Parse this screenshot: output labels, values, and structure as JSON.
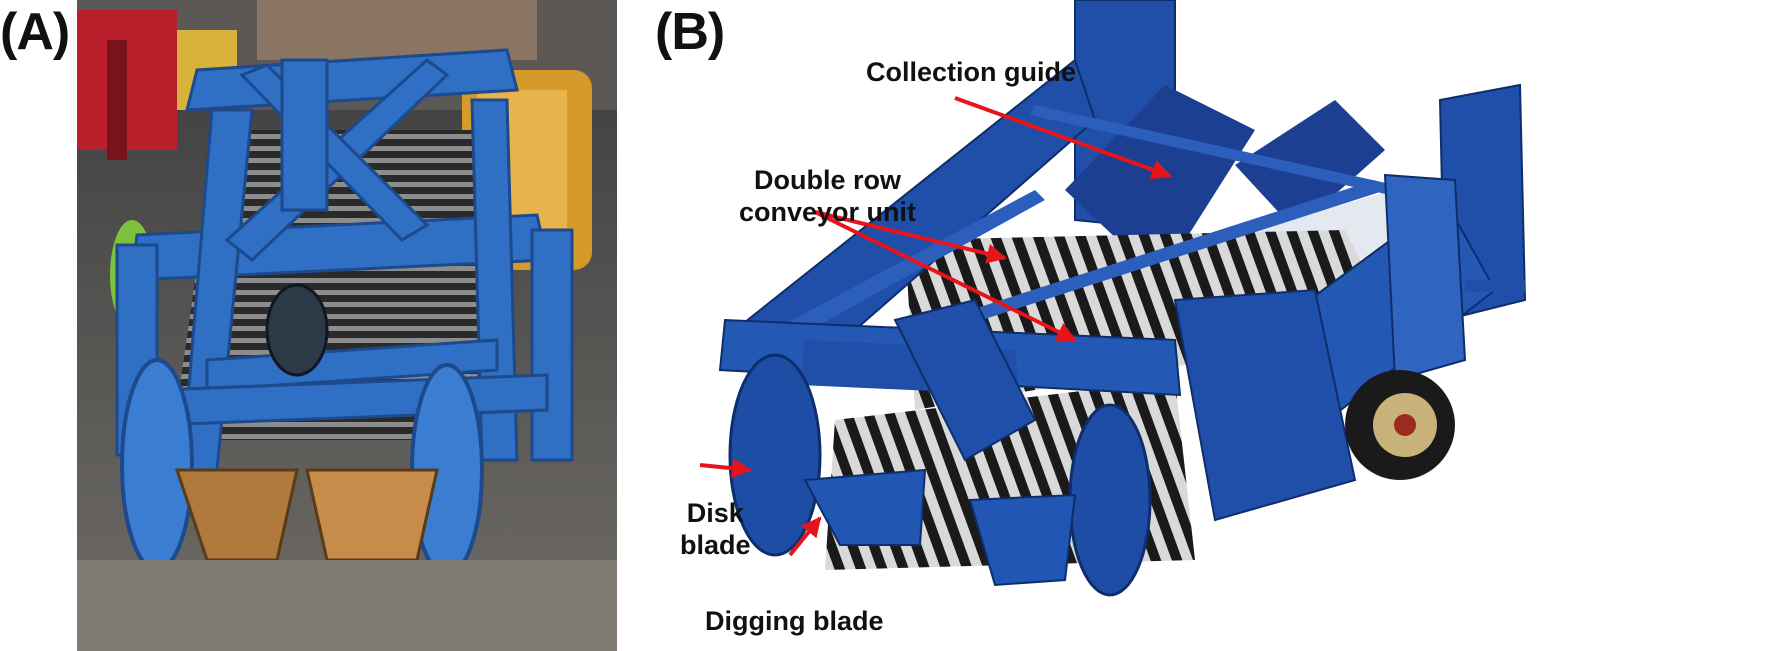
{
  "panels": {
    "a": {
      "label": "(A)"
    },
    "b": {
      "label": "(B)"
    }
  },
  "callouts": {
    "collection_guide": "Collection guide",
    "conveyor_line1": "Double row",
    "conveyor_line2": "conveyor unit",
    "disk_line1": "Disk",
    "disk_line2": "blade",
    "digging_blade": "Digging blade"
  },
  "colors": {
    "machine_blue": "#2f6fc4",
    "render_blue": "#1f4fa8",
    "arrow_red": "#e8141c",
    "digging_rust": "#b07a3c"
  }
}
